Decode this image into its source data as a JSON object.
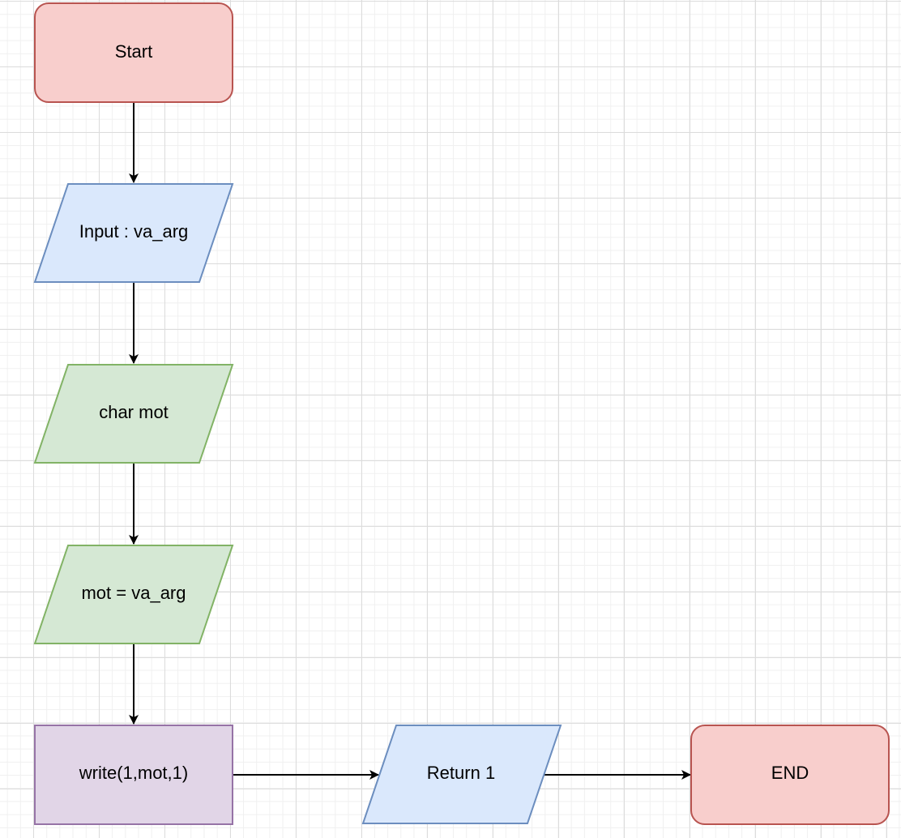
{
  "diagram": {
    "nodes": {
      "start": {
        "label": "Start",
        "shape": "rounded-rectangle",
        "fill": "#f8cecc",
        "stroke": "#b85450"
      },
      "input": {
        "label": "Input : va_arg",
        "shape": "parallelogram",
        "fill": "#dae8fc",
        "stroke": "#6c8ebf"
      },
      "char_mot": {
        "label": "char mot",
        "shape": "parallelogram",
        "fill": "#d5e8d4",
        "stroke": "#82b366"
      },
      "assign": {
        "label": "mot = va_arg",
        "shape": "parallelogram",
        "fill": "#d5e8d4",
        "stroke": "#82b366"
      },
      "write": {
        "label": "write(1,mot,1)",
        "shape": "rectangle",
        "fill": "#e1d5e7",
        "stroke": "#9673a6"
      },
      "return": {
        "label": "Return 1",
        "shape": "parallelogram",
        "fill": "#dae8fc",
        "stroke": "#6c8ebf"
      },
      "end": {
        "label": "END",
        "shape": "rounded-rectangle",
        "fill": "#f8cecc",
        "stroke": "#b85450"
      }
    },
    "edges": [
      {
        "from": "start",
        "to": "input"
      },
      {
        "from": "input",
        "to": "char_mot"
      },
      {
        "from": "char_mot",
        "to": "assign"
      },
      {
        "from": "assign",
        "to": "write"
      },
      {
        "from": "write",
        "to": "return"
      },
      {
        "from": "return",
        "to": "end"
      }
    ],
    "edge_color": "#000000"
  }
}
